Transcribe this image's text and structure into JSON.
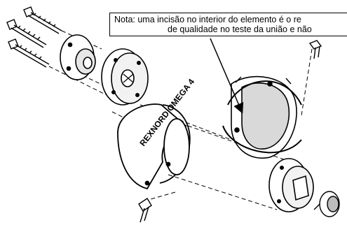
{
  "figure": {
    "note_line1": "Nota: uma incisão no interior do elemento é o re",
    "note_line2": "de qualidade no teste da união e não",
    "part_label": "REXNORD OMEGA 4"
  },
  "colors": {
    "ink": "#000000",
    "paper": "#ffffff",
    "shade": "#d9d9d9"
  }
}
